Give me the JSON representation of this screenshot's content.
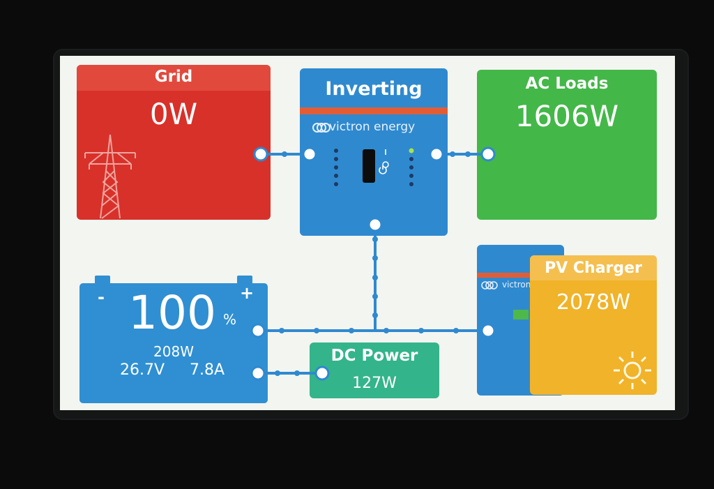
{
  "grid": {
    "title": "Grid",
    "power": "0W"
  },
  "inverter": {
    "title": "Inverting",
    "brand": "victron energy",
    "switch_on": "I",
    "switch_off": "O"
  },
  "ac_loads": {
    "title": "AC Loads",
    "power": "1606W"
  },
  "pv_charger": {
    "title": "PV Charger",
    "power": "2078W",
    "brand_fragment": "victron"
  },
  "battery": {
    "soc": "100",
    "soc_unit": "%",
    "power": "208W",
    "voltage": "26.7V",
    "current": "7.8A",
    "minus": "-",
    "plus": "+"
  },
  "dc_power": {
    "title": "DC Power",
    "power": "127W"
  },
  "colors": {
    "grid": "#d8312a",
    "inverter": "#2f89cf",
    "ac_loads": "#44b749",
    "pv_charger": "#f0b329",
    "battery": "#2f8fd2",
    "dc_power": "#34b48a",
    "wire": "#2f89cf",
    "accent_stripe": "#e25d36"
  },
  "icons": [
    "pylon-icon",
    "victron-logo-icon",
    "power-icon",
    "sun-icon"
  ]
}
